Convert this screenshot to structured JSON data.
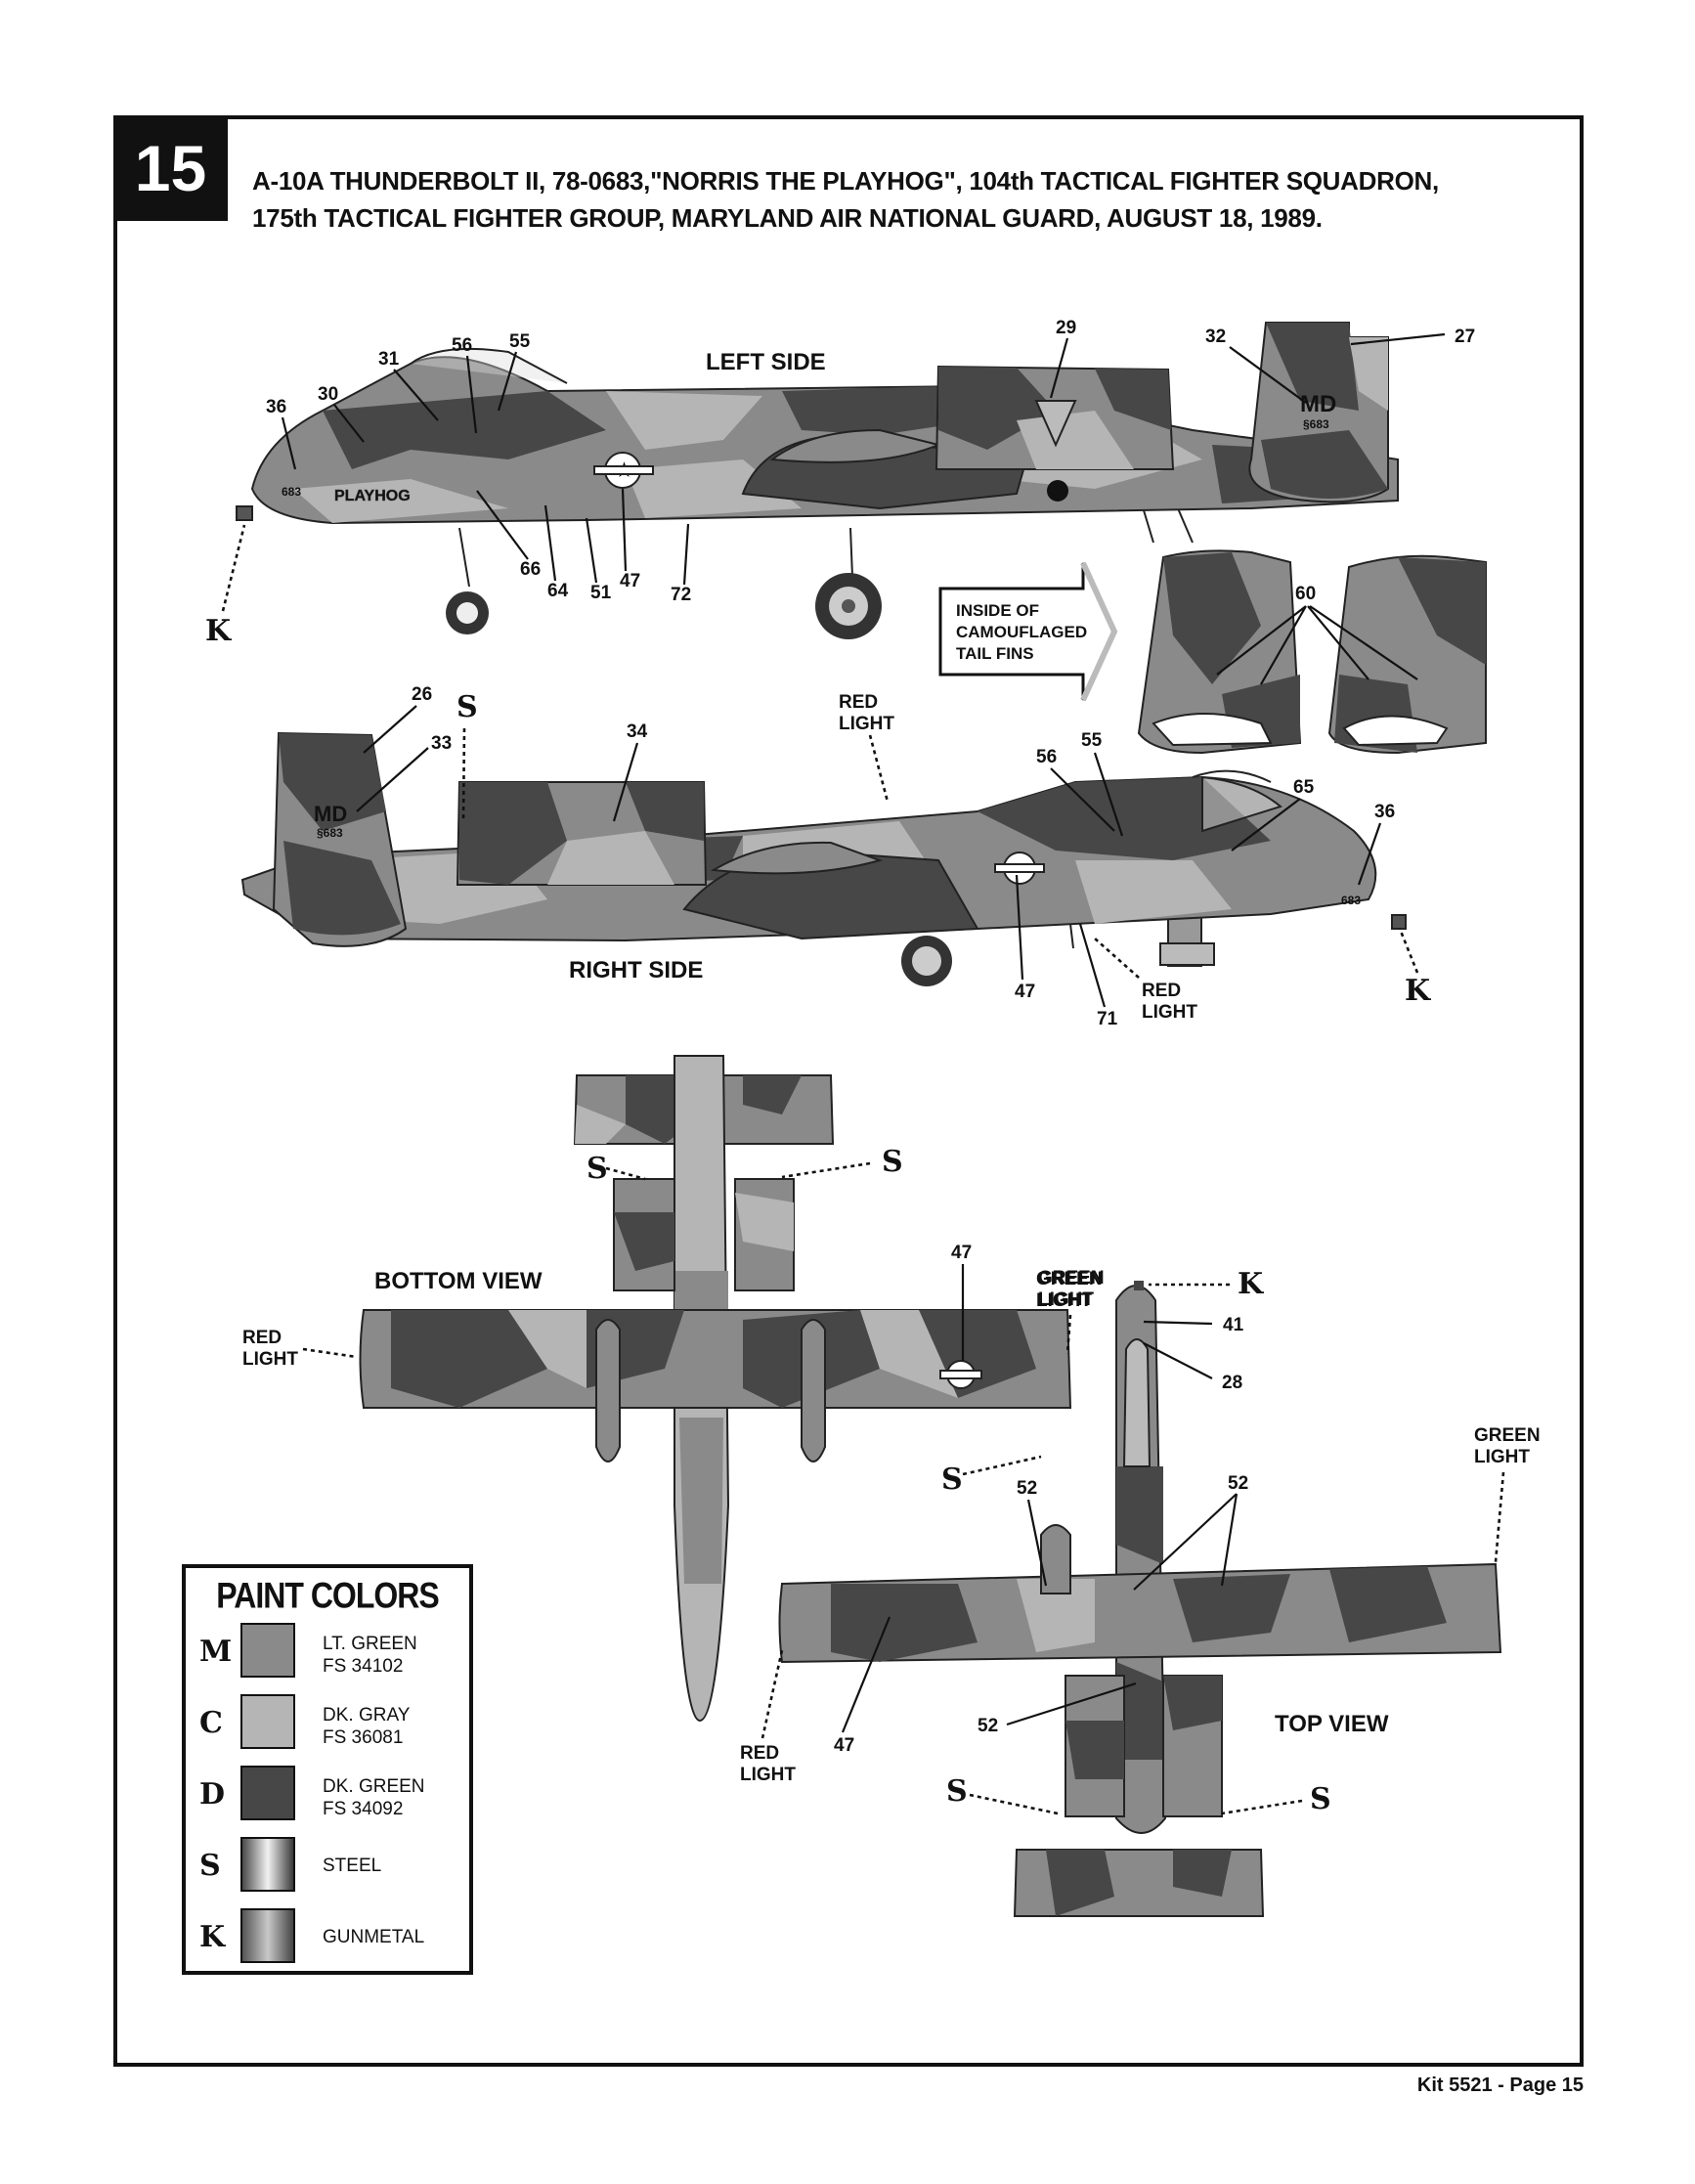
{
  "step_number": "15",
  "title_line1": "A-10A THUNDERBOLT II, 78-0683,\"NORRIS THE PLAYHOG\", 104th TACTICAL FIGHTER SQUADRON,",
  "title_line2": "175th  TACTICAL FIGHTER GROUP,  MARYLAND AIR NATIONAL GUARD, AUGUST 18, 1989.",
  "views": {
    "left": "LEFT SIDE",
    "right": "RIGHT SIDE",
    "bottom": "BOTTOM VIEW",
    "top": "TOP VIEW"
  },
  "inside_fins_note": [
    "INSIDE OF",
    "CAMOUFLAGED",
    "TAIL FINS"
  ],
  "lights": {
    "red_1": "RED",
    "red_2": "LIGHT",
    "green_1": "GREEN",
    "green_2": "LIGHT"
  },
  "codes": {
    "M": "M",
    "C": "C",
    "D": "D",
    "S": "S",
    "K": "K"
  },
  "markings": {
    "tail_code": "MD",
    "serial": "683",
    "serial_tail": "§683",
    "nose_name": "PLAYHOG"
  },
  "callouts": {
    "left": [
      "36",
      "30",
      "31",
      "56",
      "55",
      "29",
      "32",
      "27",
      "66",
      "64",
      "51",
      "47",
      "72"
    ],
    "fins": [
      "60"
    ],
    "right": [
      "26",
      "33",
      "34",
      "56",
      "55",
      "65",
      "36",
      "47",
      "71"
    ],
    "bottom": [
      "47"
    ],
    "top": [
      "41",
      "28",
      "52",
      "52",
      "52",
      "47"
    ]
  },
  "paint_colors": {
    "title": "PAINT COLORS",
    "items": [
      {
        "code": "M",
        "name": "LT. GREEN",
        "fs": "FS 34102",
        "hex": "#8a8a8a"
      },
      {
        "code": "C",
        "name": "DK. GRAY",
        "fs": "FS 36081",
        "hex": "#b5b5b5"
      },
      {
        "code": "D",
        "name": "DK. GREEN",
        "fs": "FS 34092",
        "hex": "#474747"
      },
      {
        "code": "S",
        "name": "STEEL",
        "fs": "",
        "hex": "#9a9a9a"
      },
      {
        "code": "K",
        "name": "GUNMETAL",
        "fs": "",
        "hex": "#6e6e6e"
      }
    ]
  },
  "colors": {
    "light_green": "#8a8a8a",
    "dark_gray": "#b5b5b5",
    "dark_green": "#474747"
  },
  "footer": "Kit 5521 - Page 15"
}
